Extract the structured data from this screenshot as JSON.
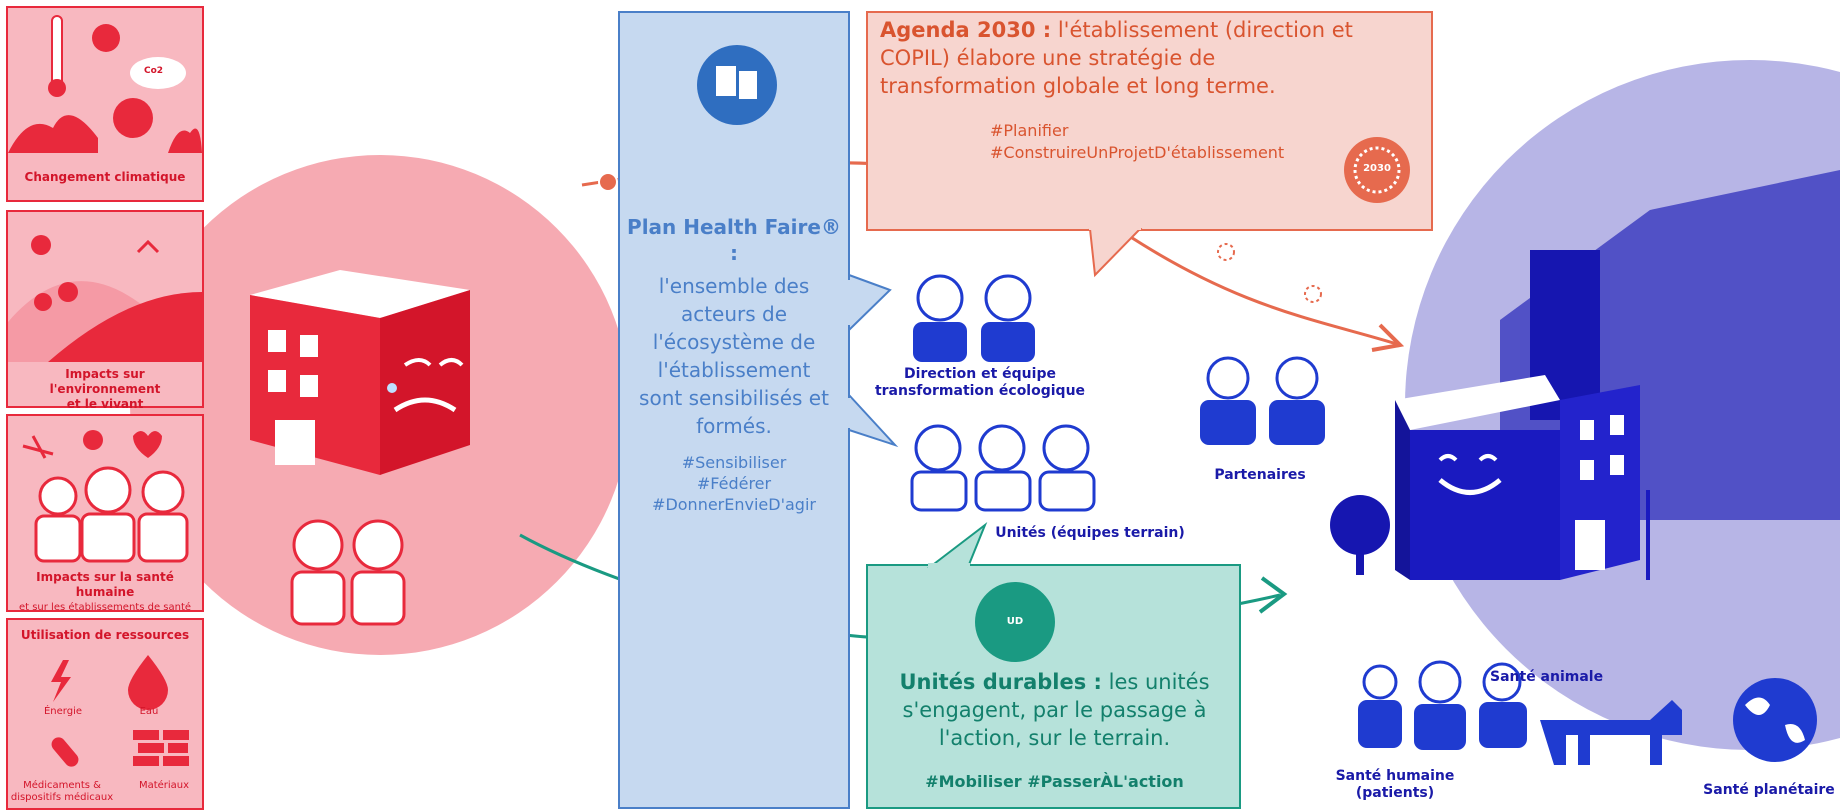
{
  "colors": {
    "red": "#e8293c",
    "pink": "#f8b8c0",
    "blue_panel": "#c6d9f0",
    "blue_text": "#4a7fc8",
    "navy": "#1a1aa8",
    "salmon": "#f7d5cf",
    "orange": "#e66a4e",
    "teal": "#1a9a82",
    "teal_light": "#b6e2da",
    "lavender": "#b7b5e6"
  },
  "panels": {
    "climate": "Changement climatique",
    "climate_icon": "Co2",
    "environment_line1": "Impacts sur l'environnement",
    "environment_line2": "et le vivant",
    "health_line1": "Impacts sur la santé humaine",
    "health_line2": "et sur les établissements de santé",
    "resources_title": "Utilisation de ressources",
    "energie": "Énergie",
    "eau": "Eau",
    "medicaments_line1": "Médicaments &",
    "medicaments_line2": "dispositifs médicaux",
    "materiaux": "Matériaux"
  },
  "plan": {
    "title_line1": "Plan Health Faire®",
    "title_line2": ":",
    "body": [
      "l'ensemble des",
      "acteurs de",
      "l'écosystème de",
      "l'établissement",
      "sont sensibilisés et",
      "formés."
    ],
    "tags": [
      "#Sensibiliser",
      "#Fédérer",
      "#DonnerEnvieD'agir"
    ]
  },
  "agenda": {
    "lead": "Agenda 2030 :",
    "text_line1": " l'établissement (direction et",
    "text_line2": "COPIL) élabore une stratégie de",
    "text_line3": "transformation globale et long terme.",
    "tag1": "#Planifier",
    "tag2": "#ConstruireUnProjetD'établissement",
    "badge": "2030"
  },
  "actors": {
    "direction_line1": "Direction et équipe",
    "direction_line2": "transformation écologique",
    "unites": "Unités (équipes terrain)",
    "partenaires": "Partenaires"
  },
  "ud": {
    "badge": "UD",
    "lead": "Unités durables :",
    "text_line1": " les unités",
    "text_line2": "s'engagent, par le passage à",
    "text_line3": "l'action, sur le terrain.",
    "tags": "#Mobiliser #PasserÀL'action"
  },
  "outcomes": {
    "animale": "Santé animale",
    "humaine_line1": "Santé humaine",
    "humaine_line2": "(patients)",
    "planetaire": "Santé planétaire"
  }
}
